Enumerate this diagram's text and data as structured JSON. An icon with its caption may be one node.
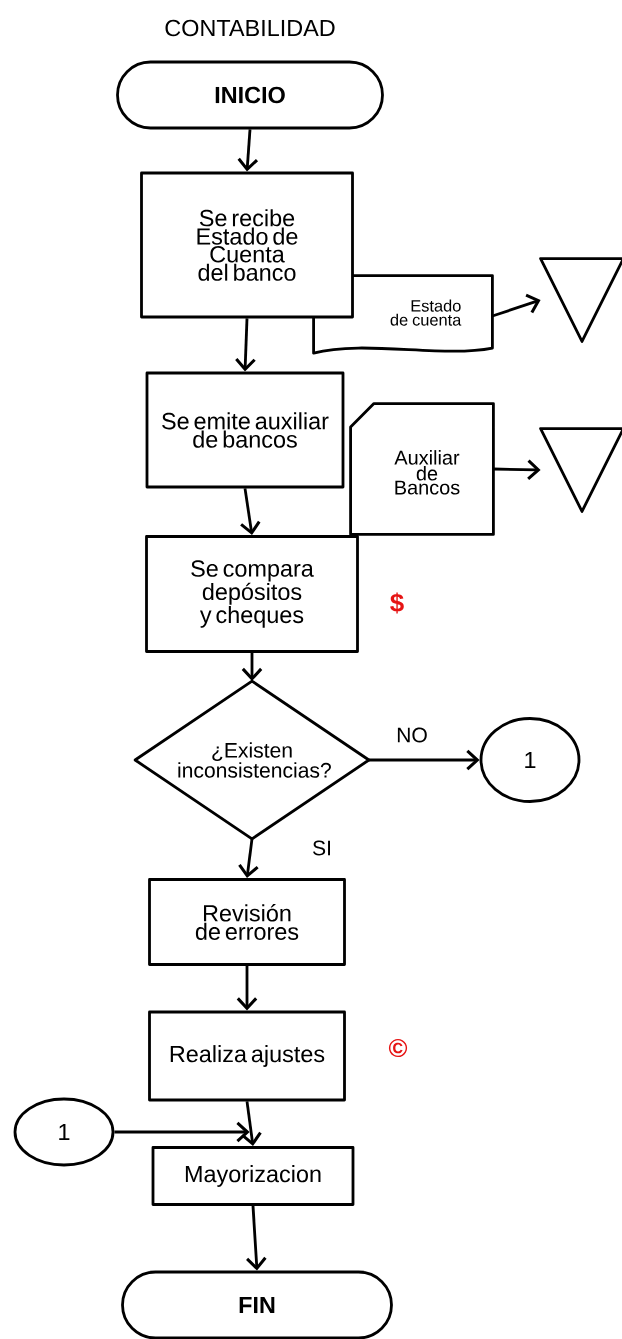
{
  "diagram": {
    "title": "CONTABILIDAD",
    "nodes": [
      {
        "text": [
          "INICIO"
        ]
      },
      {
        "text": [
          "Se recibe Estado de Cuenta del banco"
        ]
      },
      {
        "text": [
          "Estado de cuenta"
        ]
      },
      {
        "text": [],
        "shape": "triangle"
      },
      {
        "text": [
          "Se emite auxiliar de bancos"
        ]
      },
      {
        "text": [
          "Auxiliar de Bancos"
        ]
      },
      {
        "text": [],
        "shape": "triangle"
      },
      {
        "text": [
          "Se compara depósitos y cheques"
        ]
      },
      {
        "text": [
          "¿Existen inconsistencias?"
        ]
      },
      {
        "text": [
          "1"
        ]
      },
      {
        "text": [
          "Revisión de errores"
        ]
      },
      {
        "text": [
          "Realiza ajustes"
        ]
      },
      {
        "text": [
          "1"
        ]
      },
      {
        "text": [
          "Mayorizacion"
        ]
      },
      {
        "text": [
          "FIN"
        ]
      }
    ],
    "edges": [
      {
        "from": 0,
        "to": 1,
        "arrow": "to"
      },
      {
        "from": 1,
        "to": 4,
        "arrow": "to"
      },
      {
        "from": 2,
        "to": 3,
        "arrow": "to"
      },
      {
        "from": 4,
        "to": 7,
        "arrow": "to"
      },
      {
        "from": 5,
        "to": 6,
        "arrow": "to"
      },
      {
        "from": 7,
        "to": 8,
        "arrow": "to"
      },
      {
        "from": 8,
        "to": 9,
        "arrow": "to",
        "label": "NO"
      },
      {
        "from": 8,
        "to": 10,
        "arrow": "to",
        "label": "SI"
      },
      {
        "from": 10,
        "to": 11,
        "arrow": "to"
      },
      {
        "from": 11,
        "to": 13,
        "arrow": "to"
      },
      {
        "from": 12,
        "to": 13,
        "arrow": "to"
      },
      {
        "from": 13,
        "to": 14,
        "arrow": "to"
      }
    ],
    "labels": [
      "$",
      "©"
    ]
  }
}
